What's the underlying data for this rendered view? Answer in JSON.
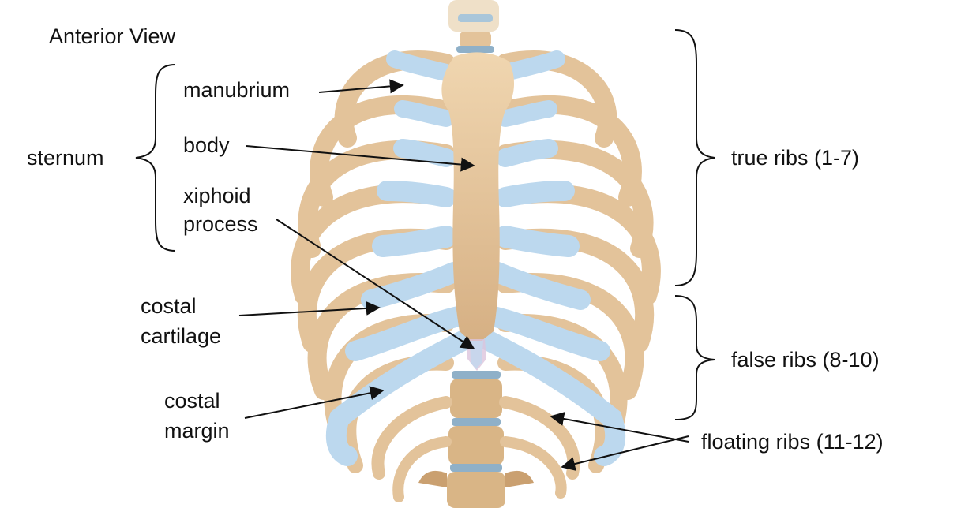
{
  "view_title": "Anterior View",
  "sternum": {
    "group_label": "sternum",
    "parts": {
      "manubrium": "manubrium",
      "body": "body",
      "xiphoid_line1": "xiphoid",
      "xiphoid_line2": "process"
    }
  },
  "cartilage": {
    "costal_cartilage_line1": "costal",
    "costal_cartilage_line2": "cartilage",
    "costal_margin_line1": "costal",
    "costal_margin_line2": "margin"
  },
  "rib_groups": {
    "true_ribs": "true ribs (1-7)",
    "false_ribs": "false ribs (8-10)",
    "floating_ribs": "floating ribs (11-12)"
  },
  "colors": {
    "bone": "#e8c9a0",
    "bone_shade": "#caa070",
    "cartilage": "#bcd8ee",
    "disc": "#8fb0c8",
    "line": "#111111"
  }
}
